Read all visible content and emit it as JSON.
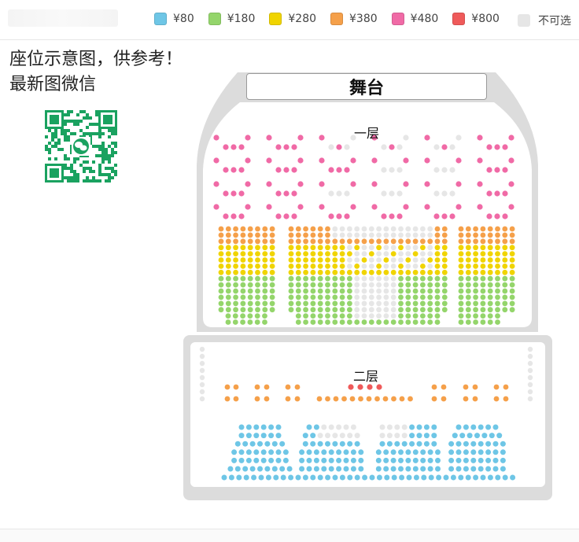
{
  "legend": {
    "prices": [
      {
        "label": "¥80",
        "color": "#6ec6e6"
      },
      {
        "label": "¥180",
        "color": "#94d56b"
      },
      {
        "label": "¥280",
        "color": "#f0d400"
      },
      {
        "label": "¥380",
        "color": "#f5a04a"
      },
      {
        "label": "¥480",
        "color": "#f06aa6"
      },
      {
        "label": "¥800",
        "color": "#ef5a5a"
      }
    ],
    "unavailable_label": "不可选",
    "unavailable_color": "#e6e6e6"
  },
  "note": {
    "line1": "座位示意图，供参考！",
    "line2": "最新图微信"
  },
  "stage": {
    "label": "舞台"
  },
  "floors": {
    "floor1_label": "一层",
    "floor2_label": "二层"
  }
}
